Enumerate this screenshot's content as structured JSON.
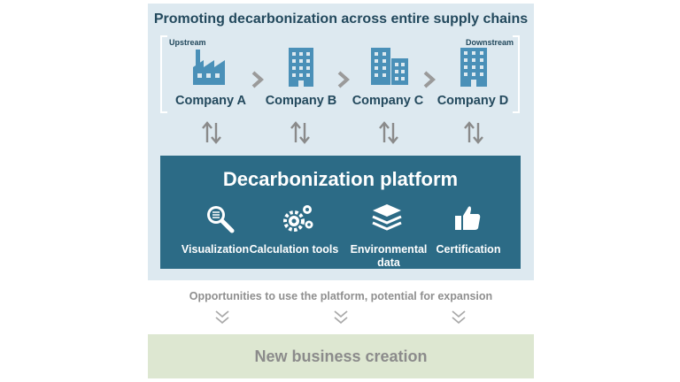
{
  "title": "Promoting decarbonization across entire supply chains",
  "stream": {
    "upstream": "Upstream",
    "downstream": "Downstream"
  },
  "companies": [
    {
      "label": "Company A",
      "icon": "factory-icon"
    },
    {
      "label": "Company B",
      "icon": "office-building-icon"
    },
    {
      "label": "Company C",
      "icon": "buildings-icon"
    },
    {
      "label": "Company D",
      "icon": "office-tower-icon"
    }
  ],
  "platform": {
    "title": "Decarbonization platform",
    "features": [
      {
        "label": "Visualization",
        "icon": "magnifier-icon"
      },
      {
        "label": "Calculation tools",
        "icon": "gears-icon"
      },
      {
        "label": "Environmental data",
        "icon": "layers-icon"
      },
      {
        "label": "Certification",
        "icon": "thumbs-up-icon"
      }
    ]
  },
  "opportunities": "Opportunities to use the platform, potential for expansion",
  "outcome": "New business creation",
  "colors": {
    "top_panel": "#dde9f0",
    "platform": "#2c6b86",
    "icon_blue": "#4a90b8",
    "title_text": "#23495d",
    "bottom_panel": "#dde7d1",
    "muted_text": "#8b8b8b"
  }
}
